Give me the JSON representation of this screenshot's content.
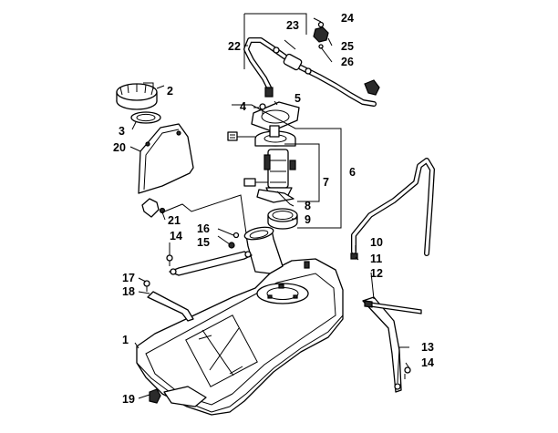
{
  "callouts": [
    {
      "id": "1",
      "label": "1"
    },
    {
      "id": "2",
      "label": "2"
    },
    {
      "id": "3",
      "label": "3"
    },
    {
      "id": "4",
      "label": "4"
    },
    {
      "id": "5",
      "label": "5"
    },
    {
      "id": "6",
      "label": "6"
    },
    {
      "id": "7",
      "label": "7"
    },
    {
      "id": "8",
      "label": "8"
    },
    {
      "id": "9",
      "label": "9"
    },
    {
      "id": "10",
      "label": "10"
    },
    {
      "id": "11",
      "label": "11"
    },
    {
      "id": "12",
      "label": "12"
    },
    {
      "id": "13",
      "label": "13"
    },
    {
      "id": "14a",
      "label": "14"
    },
    {
      "id": "14b",
      "label": "14"
    },
    {
      "id": "15",
      "label": "15"
    },
    {
      "id": "16",
      "label": "16"
    },
    {
      "id": "17",
      "label": "17"
    },
    {
      "id": "18",
      "label": "18"
    },
    {
      "id": "19",
      "label": "19"
    },
    {
      "id": "20",
      "label": "20"
    },
    {
      "id": "21",
      "label": "21"
    },
    {
      "id": "22",
      "label": "22"
    },
    {
      "id": "23",
      "label": "23"
    },
    {
      "id": "24",
      "label": "24"
    },
    {
      "id": "25",
      "label": "25"
    },
    {
      "id": "26",
      "label": "26"
    }
  ]
}
